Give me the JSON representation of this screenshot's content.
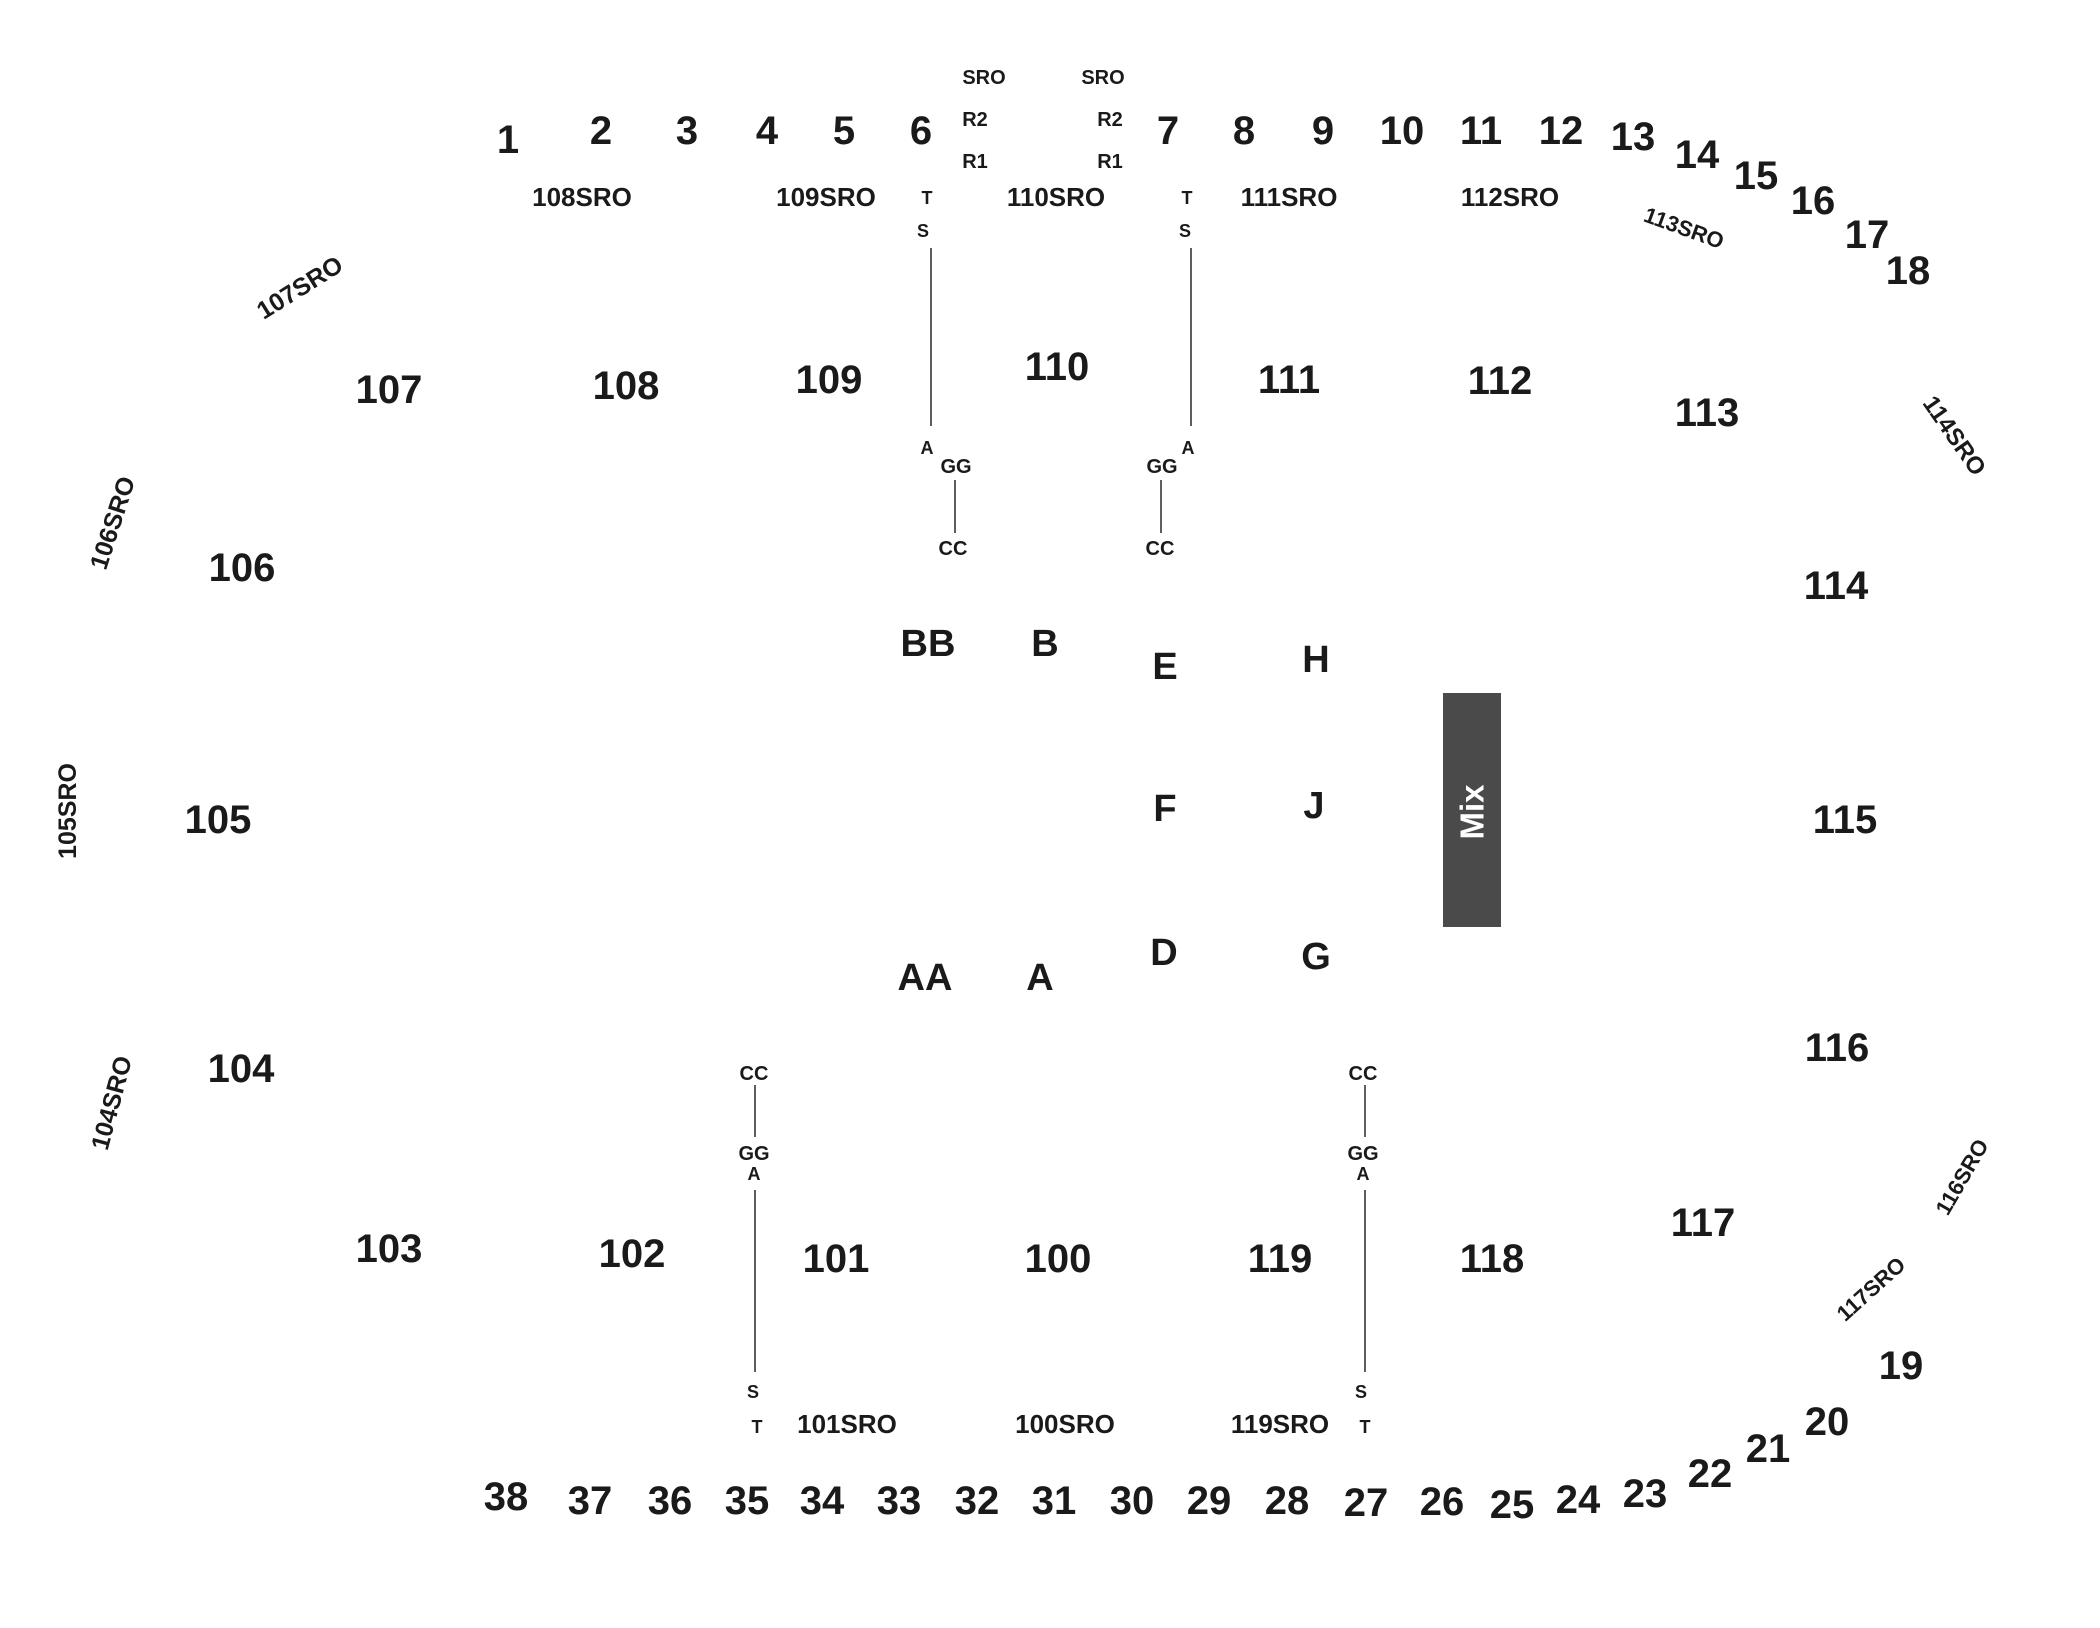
{
  "colors": {
    "text": "#1a1a1a",
    "background": "#ffffff",
    "mix_booth": "#4a4a4a",
    "mix_label": "#ffffff"
  },
  "mix_booth": {
    "label": "Mix"
  },
  "top_numbers": [
    "1",
    "2",
    "3",
    "4",
    "5",
    "6",
    "7",
    "8",
    "9",
    "10",
    "11",
    "12",
    "13",
    "14",
    "15",
    "16",
    "17",
    "18"
  ],
  "bottom_numbers": [
    "19",
    "20",
    "21",
    "22",
    "23",
    "24",
    "25",
    "26",
    "27",
    "28",
    "29",
    "30",
    "31",
    "32",
    "33",
    "34",
    "35",
    "36",
    "37",
    "38"
  ],
  "sections": [
    "107",
    "108",
    "109",
    "110",
    "111",
    "112",
    "113",
    "114",
    "106",
    "105",
    "104",
    "115",
    "116",
    "103",
    "102",
    "101",
    "100",
    "119",
    "118",
    "117"
  ],
  "sro": [
    "108SRO",
    "109SRO",
    "110SRO",
    "111SRO",
    "112SRO",
    "113SRO",
    "107SRO",
    "114SRO",
    "106SRO",
    "105SRO",
    "104SRO",
    "116SRO",
    "117SRO",
    "101SRO",
    "100SRO",
    "119SRO"
  ],
  "floor": [
    "BB",
    "B",
    "E",
    "H",
    "F",
    "J",
    "AA",
    "A",
    "D",
    "G"
  ],
  "small_marks": [
    "SRO",
    "R2",
    "R1",
    "SRO",
    "R2",
    "R1",
    "T",
    "S",
    "T",
    "S",
    "A",
    "GG",
    "CC",
    "A",
    "GG",
    "CC",
    "CC",
    "GG",
    "A",
    "CC",
    "GG",
    "A",
    "S",
    "T",
    "S",
    "T"
  ]
}
